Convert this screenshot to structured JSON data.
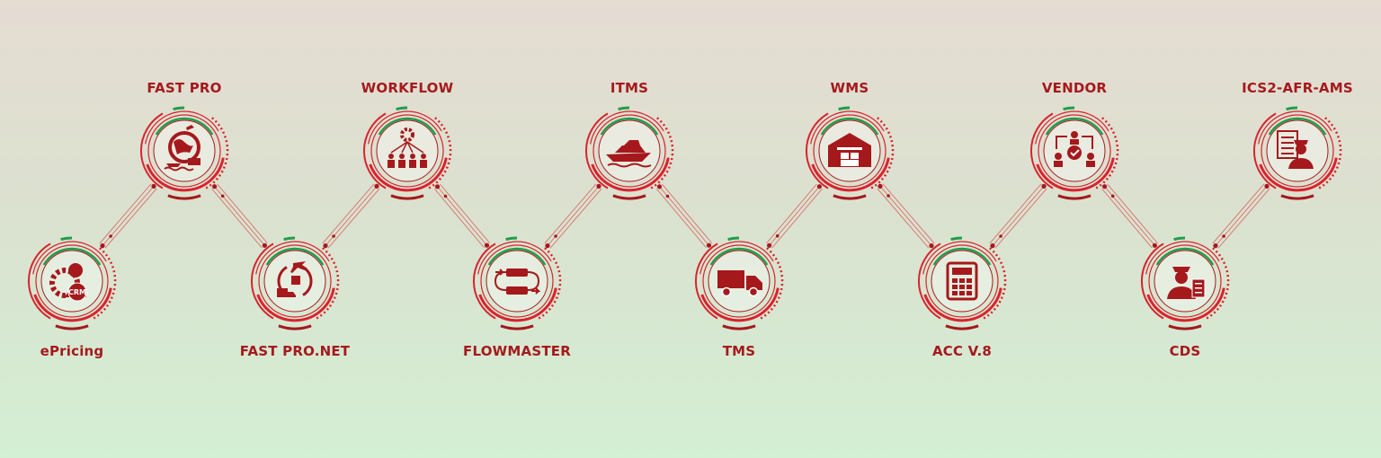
{
  "colors": {
    "primary": "#a5191c",
    "ring": "#d9232d",
    "accent": "#1e9e4a"
  },
  "nodes": [
    {
      "label": "ePricing",
      "icon": "crm-gear-person-icon",
      "badge": "CRM"
    },
    {
      "label": "FAST PRO",
      "icon": "globe-logistics-icon",
      "badge": ""
    },
    {
      "label": "FAST PRO.NET",
      "icon": "airplane-cargo-cycle-icon",
      "badge": ""
    },
    {
      "label": "WORKFLOW",
      "icon": "gear-team-hierarchy-icon",
      "badge": ""
    },
    {
      "label": "FLOWMASTER",
      "icon": "process-flow-icon",
      "badge": ""
    },
    {
      "label": "ITMS",
      "icon": "cruise-ship-icon",
      "badge": ""
    },
    {
      "label": "TMS",
      "icon": "delivery-truck-icon",
      "badge": ""
    },
    {
      "label": "WMS",
      "icon": "warehouse-icon",
      "badge": ""
    },
    {
      "label": "ACC V.8",
      "icon": "calculator-icon",
      "badge": ""
    },
    {
      "label": "VENDOR",
      "icon": "vendor-network-icon",
      "badge": ""
    },
    {
      "label": "CDS",
      "icon": "customs-officer-icon",
      "badge": ""
    },
    {
      "label": "ICS2-AFR-AMS",
      "icon": "customs-declaration-icon",
      "badge": ""
    }
  ]
}
